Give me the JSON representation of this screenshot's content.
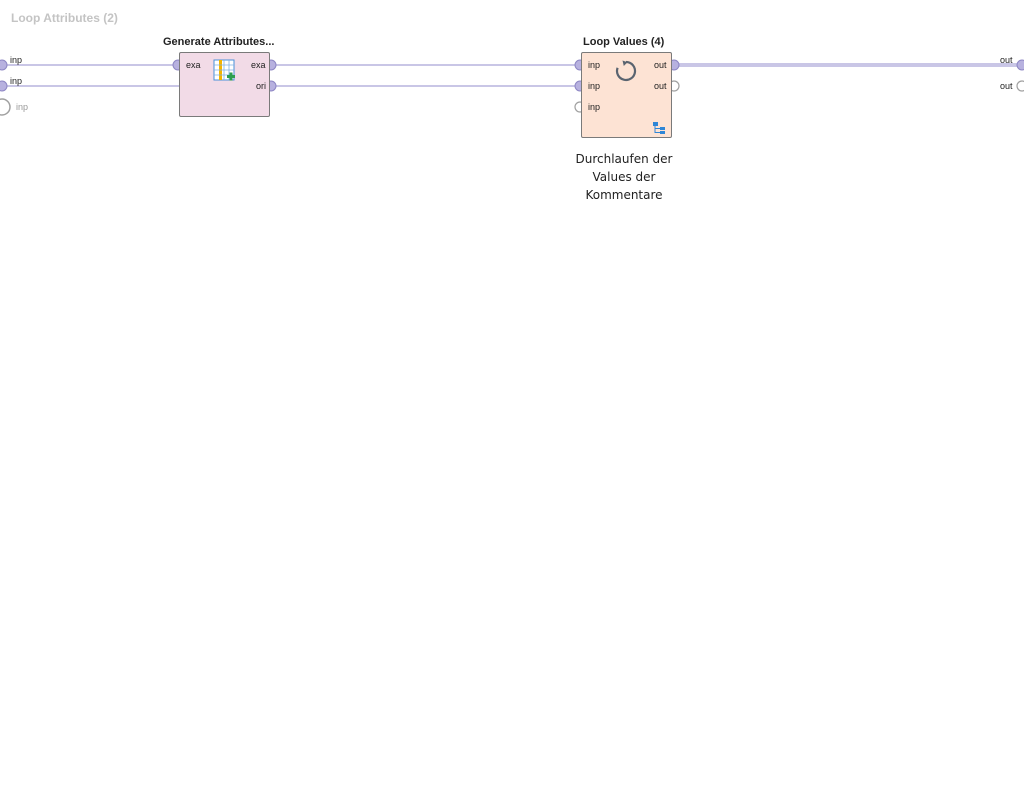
{
  "canvas": {
    "title": "Loop Attributes (2)"
  },
  "colors": {
    "wire": "#a9a4d8",
    "port_fill": "#b7b1df",
    "port_stroke": "#8d86c4",
    "port_empty": "#a0a0a0",
    "op_pink": "#f2dbe7",
    "op_peach": "#fde3d4"
  },
  "left_ports": [
    "inp",
    "inp",
    "inp"
  ],
  "right_ports": [
    "out",
    "out"
  ],
  "op_generate": {
    "title": "Generate Attributes...",
    "in_ports": [
      "exa"
    ],
    "out_ports": [
      "exa",
      "ori"
    ],
    "icon": "table-add-icon"
  },
  "op_loop": {
    "title": "Loop Values (4)",
    "in_ports": [
      "inp",
      "inp",
      "inp"
    ],
    "out_ports": [
      "out",
      "out"
    ],
    "icon": "loop-icon",
    "sub_icon": "subprocess-icon",
    "comment": [
      "Durchlaufen der",
      "Values der",
      "Kommentare"
    ]
  }
}
